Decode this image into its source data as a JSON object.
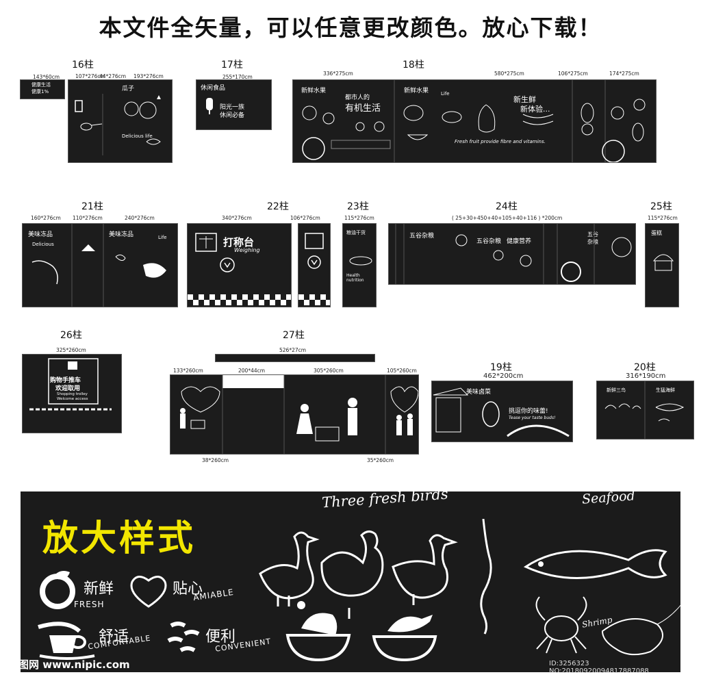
{
  "header": {
    "title": "本文件全矢量，可以任意更改颜色。放心下载！"
  },
  "columns": {
    "c16": {
      "label": "16柱",
      "dims": [
        "143*60cm",
        "107*276cm",
        "44*276cm",
        "193*276cm"
      ],
      "panel_a": [
        "健康生活",
        "健康1%"
      ],
      "panel_b": "Delicious life",
      "panel_c": "瓜子"
    },
    "c17": {
      "label": "17柱",
      "dims": [
        "255*170cm"
      ],
      "texts": [
        "休闲食品",
        "阳光一族",
        "休闲必备"
      ]
    },
    "c18": {
      "label": "18柱",
      "dims": [
        "336*275cm",
        "580*275cm",
        "106*275cm",
        "174*275cm"
      ],
      "texts": [
        "新鲜水果",
        "都市人的",
        "有机生活",
        "新鲜水果",
        "新生鲜",
        "新体验...",
        "Fresh fruit provide fibre and vitamins.",
        "Life"
      ]
    },
    "c21": {
      "label": "21柱",
      "dims": [
        "160*276cm",
        "110*276cm",
        "240*276cm"
      ],
      "texts": [
        "美味冻品",
        "Delicious",
        "美味冻品",
        "Life"
      ]
    },
    "c22": {
      "label": "22柱",
      "dims": [
        "340*276cm",
        "106*276cm"
      ],
      "texts": [
        "打称台",
        "Weighing"
      ]
    },
    "c23": {
      "label": "23柱",
      "dims": [
        "115*276cm"
      ],
      "texts": [
        "粮油干货",
        "Health nutrition"
      ]
    },
    "c24": {
      "label": "24柱",
      "dims": [
        "( 25+30+450+40+105+40+116 ) *200cm"
      ],
      "texts": [
        "五谷杂粮",
        "五谷杂粮",
        "健康营养",
        "五谷杂粮"
      ]
    },
    "c25": {
      "label": "25柱",
      "dims": [
        "115*276cm"
      ],
      "texts": [
        "蛋糕"
      ]
    },
    "c26": {
      "label": "26柱",
      "dims": [
        "325*260cm"
      ],
      "texts": [
        "购物手推车",
        "欢迎取用",
        "Shopping trolley",
        "Welcome access"
      ]
    },
    "c27": {
      "label": "27柱",
      "dims": [
        "526*27cm",
        "133*260cm",
        "200*44cm",
        "305*260cm",
        "105*260cm",
        "38*260cm",
        "35*260cm"
      ]
    },
    "c19": {
      "label": "19柱",
      "dims": [
        "462*200cm"
      ],
      "texts": [
        "美味卤菜",
        "挑逗你的味蕾!",
        "Tease your taste buds!"
      ]
    },
    "c20": {
      "label": "20柱",
      "dims": [
        "316*190cm"
      ],
      "texts": [
        "新鲜三鸟",
        "生猛海鲜"
      ]
    }
  },
  "zoom": {
    "title": "放大样式",
    "labels": [
      {
        "cn": "新鲜",
        "en": "FRESH"
      },
      {
        "cn": "贴心",
        "en": "AMIABLE"
      },
      {
        "cn": "舒适",
        "en": "COMFORTABLE"
      },
      {
        "cn": "便利",
        "en": "CONVENIENT"
      }
    ],
    "birds_caption": "Three fresh birds",
    "seafood_caption": "Seafood",
    "shrimp_caption": "Shrimp"
  },
  "watermark": {
    "site": "昵图网 www.nipic.com",
    "id": "ID:3256323 NO:20180920094817887088"
  },
  "colors": {
    "accent": "#f2e600",
    "panel": "#1c1c1c"
  }
}
